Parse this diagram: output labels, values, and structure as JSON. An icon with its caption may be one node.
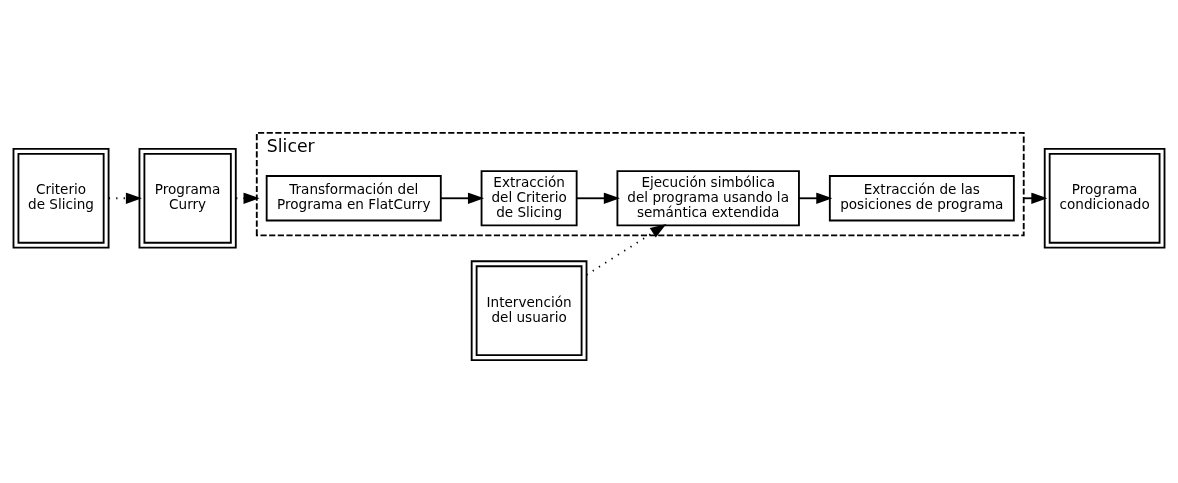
{
  "diagram": {
    "nodes": [
      {
        "text": [
          "Criterio de Slicing"
        ]
      },
      {
        "text": [
          "Programa Curry"
        ]
      },
      {
        "text": [
          "Slicer"
        ]
      },
      {
        "text": [
          "Transformación del Programa en FlatCurry"
        ],
        "in": 2
      },
      {
        "text": [
          "Extracción del Criterio de Slicing"
        ],
        "in": 2
      },
      {
        "text": [
          "Ejecución simbólica del programa usando la semántica extendida"
        ],
        "in": 2
      },
      {
        "text": [
          "Extracción de las posiciones de programa"
        ],
        "in": 2
      },
      {
        "text": [
          "Programa condicionado"
        ]
      },
      {
        "text": [
          "Intervención del usuario"
        ]
      }
    ],
    "edges": [
      {
        "from": 0,
        "to": 1,
        "arrow": "to",
        "style": "dashed"
      },
      {
        "from": 1,
        "to": 2,
        "arrow": "to",
        "style": "dashed"
      },
      {
        "from": 3,
        "to": 4,
        "arrow": "to"
      },
      {
        "from": 4,
        "to": 5,
        "arrow": "to"
      },
      {
        "from": 5,
        "to": 6,
        "arrow": "to"
      },
      {
        "from": 2,
        "to": 7,
        "arrow": "to"
      },
      {
        "from": 8,
        "to": 5,
        "arrow": "to",
        "style": "dashed"
      }
    ]
  }
}
